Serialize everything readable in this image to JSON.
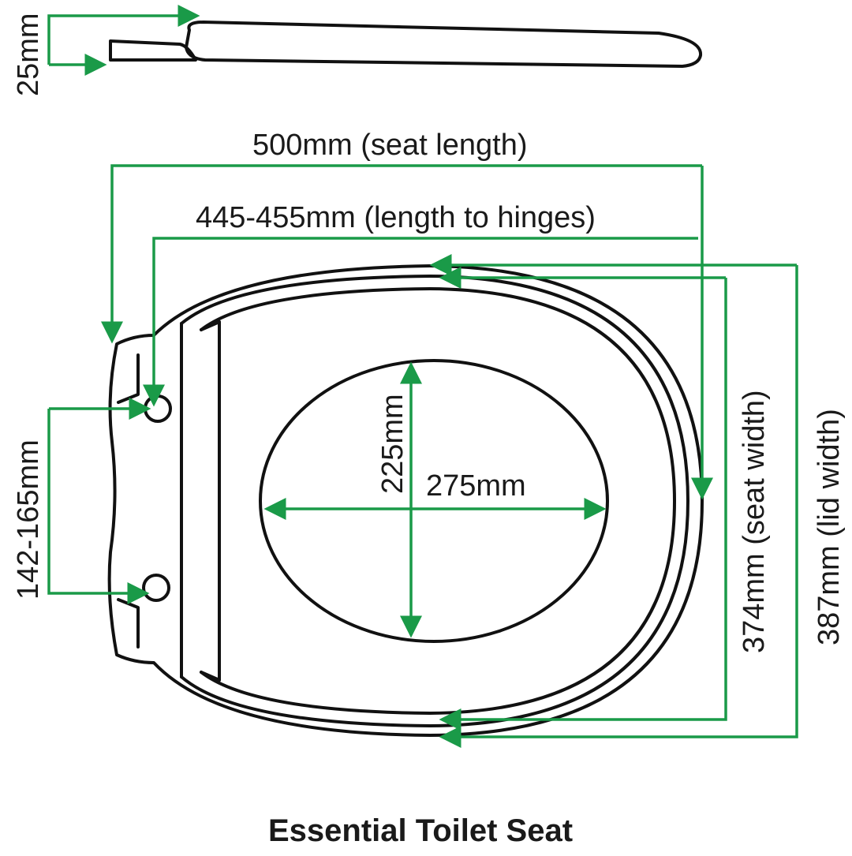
{
  "title": "Essential Toilet Seat",
  "dimensions": {
    "thickness": "25mm",
    "seat_length": "500mm (seat length)",
    "length_to_hinges": "445-455mm (length to hinges)",
    "hinge_spacing": "142-165mm",
    "hole_length": "225mm",
    "hole_width": "275mm",
    "seat_width": "374mm (seat width)",
    "lid_width": "387mm (lid width)"
  },
  "colors": {
    "dimension_lines": "#1a9a48",
    "outline": "#111111"
  }
}
